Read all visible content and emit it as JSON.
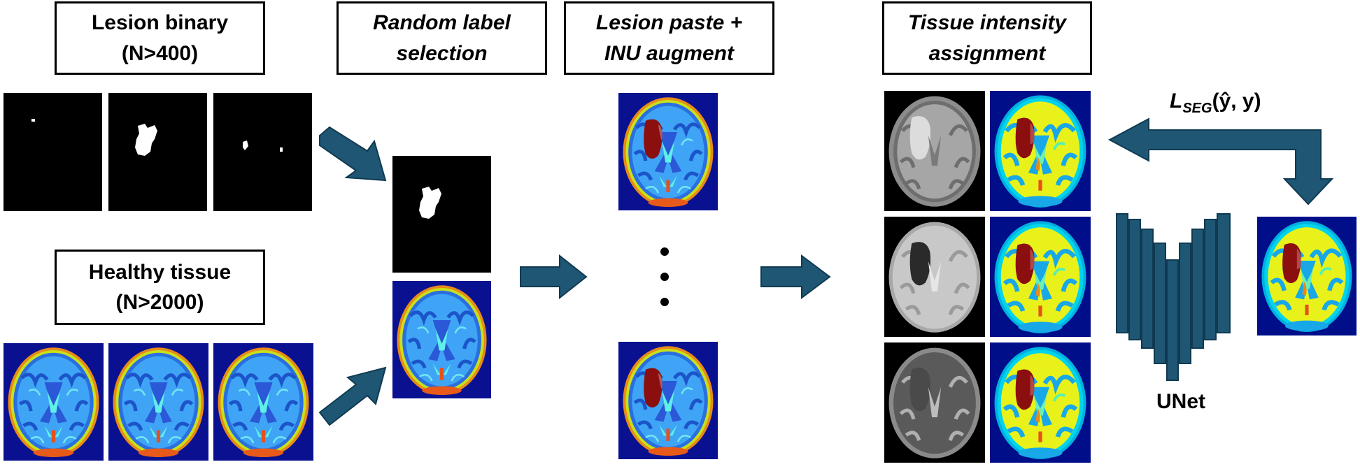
{
  "boxes": {
    "lesion_binary": {
      "line1": "Lesion binary",
      "line2": "(N>400)"
    },
    "healthy_tissue": {
      "line1": "Healthy tissue",
      "line2": "(N>2000)"
    },
    "random_label": {
      "line1": "Random label",
      "line2": "selection"
    },
    "lesion_paste": {
      "line1": "Lesion paste +",
      "line2": "INU augment"
    },
    "tissue_intensity": {
      "line1": "Tissue intensity",
      "line2": "assignment"
    }
  },
  "loss": {
    "main": "L",
    "sub": "SEG",
    "args": "(ŷ, y)"
  },
  "unet_label": "UNet",
  "colors": {
    "arrow": "#1f5673",
    "arrow_stroke": "#0f3a52",
    "seg_background": "#000e8a",
    "lesion": "#8b0f0f"
  },
  "icons": [
    "brain-segmentation-map",
    "lesion-mask",
    "mri-scan",
    "unet-diagram"
  ]
}
